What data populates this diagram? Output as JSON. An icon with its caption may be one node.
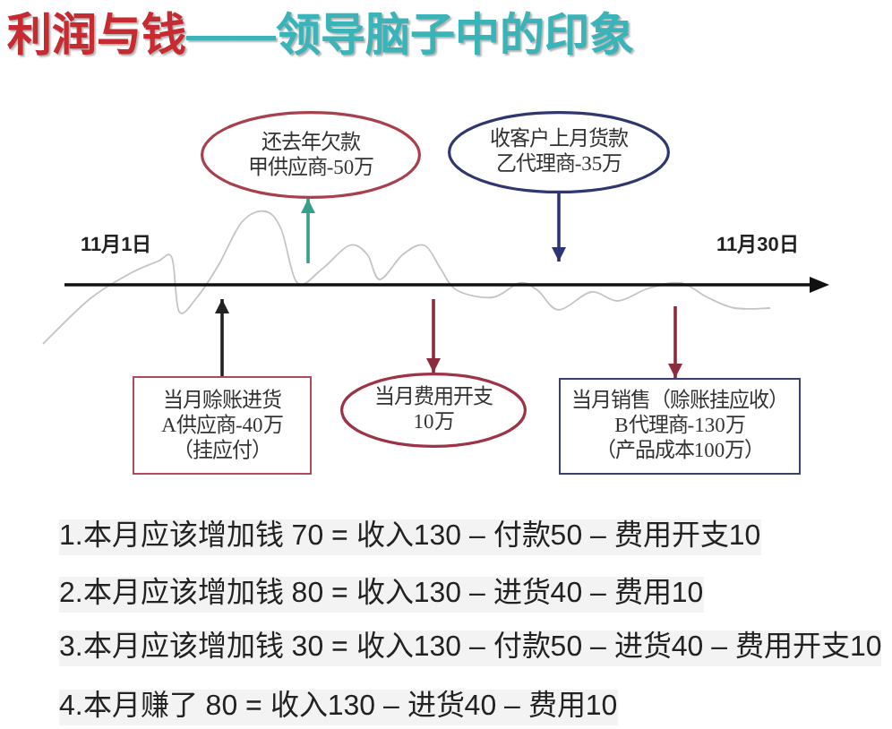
{
  "diagram": {
    "title": "利润与钱——领导脑子中的印象",
    "nodes": [
      {
        "text": [
          "还去年欠款",
          "甲供应商-50万"
        ]
      },
      {
        "text": [
          "收客户上月货款",
          "乙代理商-35万"
        ]
      },
      {
        "text": [
          "当月赊账进货",
          "A供应商-40万",
          "（挂应付）"
        ]
      },
      {
        "text": [
          "当月费用开支",
          "10万"
        ]
      },
      {
        "text": [
          "当月销售（赊账挂应收）",
          "B代理商-130万",
          "（产品成本100万）"
        ]
      }
    ],
    "edges": [
      {
        "from": null,
        "to": 0,
        "arrow": "to",
        "color": "#3a9f8a"
      },
      {
        "from": 1,
        "to": null,
        "arrow": "to",
        "color": "#2e3575"
      },
      {
        "from": 2,
        "to": null,
        "arrow": "to",
        "color": "#222222"
      },
      {
        "from": null,
        "to": 3,
        "arrow": "to"
      },
      {
        "from": null,
        "to": 4,
        "arrow": "to"
      }
    ],
    "labels": [
      "11月1日",
      "11月30日",
      "1.本月应该增加钱 70 = 收入130 – 付款50 – 费用开支10",
      "2.本月应该增加钱 80 = 收入130 – 进货40 – 费用10",
      "3.本月应该增加钱 30 = 收入130 – 付款50 – 进货40 – 费用开支10",
      "4.本月赚了 80 = 收入130 – 进货40 – 费用10"
    ]
  }
}
